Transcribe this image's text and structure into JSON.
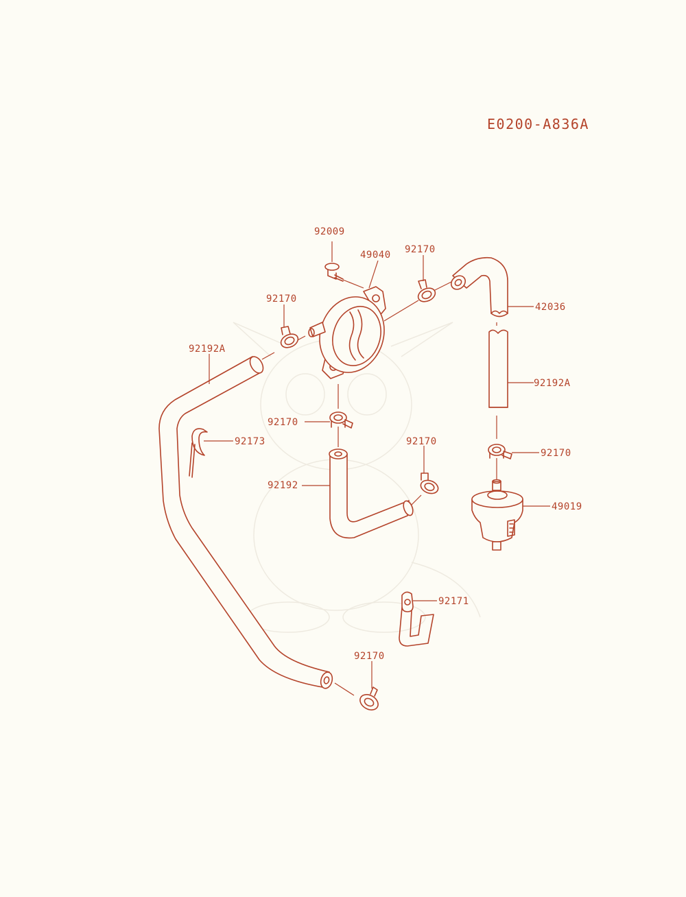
{
  "diagram_code": "E0200-A836A",
  "accent_color": "#b4432a",
  "background_color": "#fdfcf5",
  "callouts": {
    "screw_92009": "92009",
    "pump_49040": "49040",
    "clamp_top": "92170",
    "elbow_42036": "42036",
    "clamp_left": "92170",
    "hose_long": "92192A",
    "hose_right": "92192A",
    "clamp_pump_bottom": "92170",
    "clip_92173": "92173",
    "clamp_mid": "92170",
    "clamp_filter": "92170",
    "hose_elbow_92192": "92192",
    "filter_49019": "49019",
    "clip_92171": "92171",
    "clamp_bottom": "92170"
  }
}
